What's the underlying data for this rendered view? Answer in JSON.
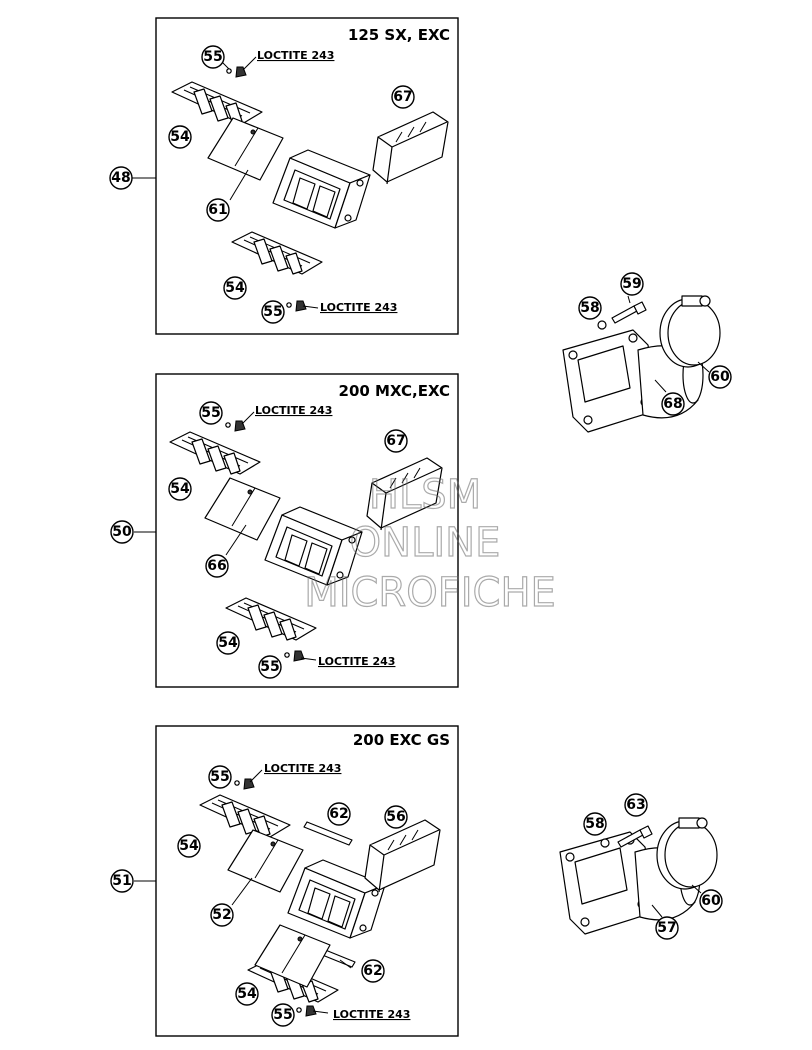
{
  "panels": [
    {
      "id": "p1",
      "title": "125 SX, EXC",
      "assembly_callout": "48",
      "callouts": {
        "screw_top": "55",
        "petals_top": "54",
        "stopper": "67",
        "gasket": "61",
        "petals_bottom": "54",
        "screw_bottom": "55"
      },
      "loctite_top": "LOCTITE 243",
      "loctite_bottom": "LOCTITE 243"
    },
    {
      "id": "p2",
      "title": "200 MXC,EXC",
      "assembly_callout": "50",
      "callouts": {
        "screw_top": "55",
        "petals_top": "54",
        "stopper": "67",
        "gasket": "66",
        "petals_bottom": "54",
        "screw_bottom": "55"
      },
      "loctite_top": "LOCTITE 243",
      "loctite_bottom": "LOCTITE 243"
    },
    {
      "id": "p3",
      "title": "200 EXC GS",
      "assembly_callout": "51",
      "callouts": {
        "screw_top": "55",
        "petals_top": "54",
        "strip_top": "62",
        "stopper": "56",
        "gasket": "52",
        "strip_bottom": "62",
        "petals_bottom": "54",
        "screw_bottom": "55"
      },
      "loctite_top": "LOCTITE 243",
      "loctite_bottom": "LOCTITE 243"
    }
  ],
  "intake_upper": {
    "washer": "58",
    "bolt": "59",
    "clamp": "60",
    "flange": "68"
  },
  "intake_lower": {
    "washer": "58",
    "bolt": "63",
    "clamp": "60",
    "flange": "57"
  },
  "watermark": {
    "line1": "HLSM",
    "line2": "ONLINE",
    "line3": "MICROFICHE"
  }
}
